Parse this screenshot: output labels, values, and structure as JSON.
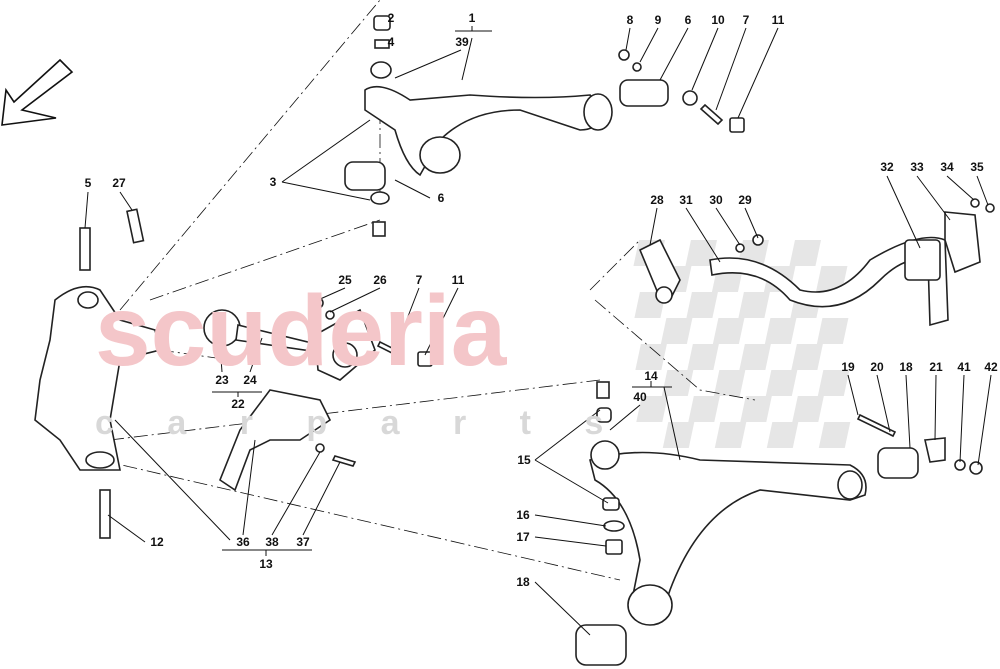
{
  "watermark": {
    "brand": "scuderia",
    "sub": "c a r   p a r t s",
    "brand_color": "#f4c6c9",
    "sub_color": "#d8d8d8"
  },
  "direction_arrow": {
    "icon": "front-direction-arrow-icon"
  },
  "labels": [
    "2",
    "4",
    "1",
    "39",
    "8",
    "9",
    "6",
    "10",
    "7",
    "11",
    "3",
    "6",
    "5",
    "27",
    "32",
    "33",
    "34",
    "35",
    "28",
    "31",
    "30",
    "29",
    "25",
    "26",
    "7",
    "11",
    "23",
    "24",
    "22",
    "14",
    "40",
    "19",
    "20",
    "18",
    "21",
    "41",
    "42",
    "15",
    "16",
    "17",
    "18",
    "12",
    "36",
    "38",
    "37",
    "13"
  ]
}
